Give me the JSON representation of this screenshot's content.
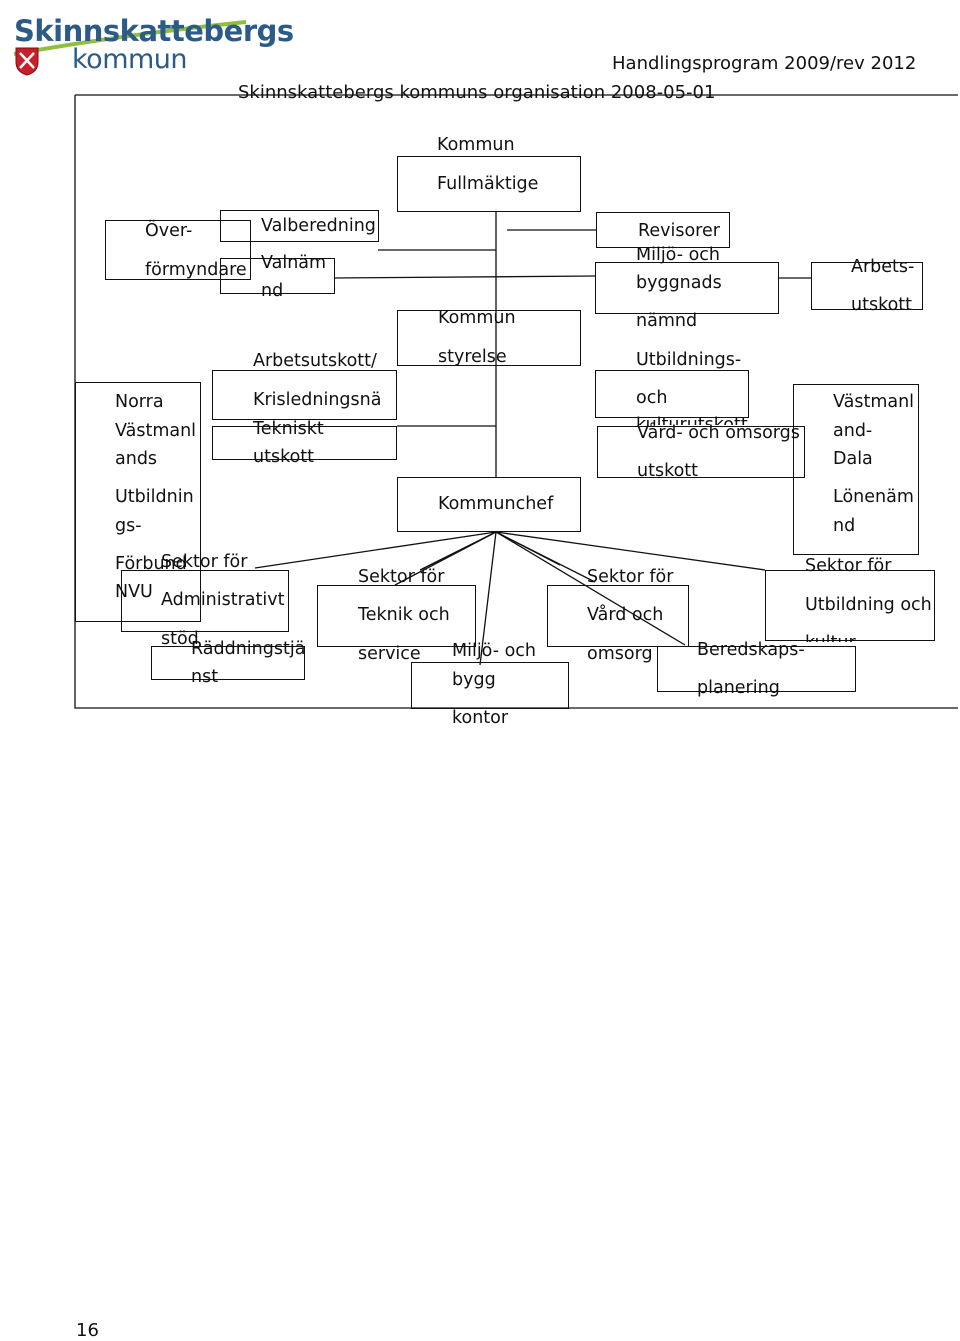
{
  "logo": {
    "line1": "Skinnskattebergs",
    "line2": "kommun",
    "colors": {
      "text": "#2b5b86",
      "swoosh": "#8fbf3f",
      "shield_red": "#c8202a"
    }
  },
  "header": {
    "program": "Handlingsprogram 2009/rev 2012",
    "org_title": "Skinnskattebergs kommuns organisation 2008-05-01"
  },
  "org": {
    "kf1": "Kommun",
    "kf2": "Fullmäktige",
    "over1": "Över-",
    "over2": "förmyndare",
    "valber": "Valberedning",
    "valn1": "Valnäm",
    "valn2": "nd",
    "revisorer": "Revisorer",
    "miljo1": "Miljö- och",
    "miljo2": "byggnads",
    "miljo3": "nämnd",
    "arbetsutskott1": "Arbets-",
    "arbetsutskott2": "utskott",
    "ks1": "Kommun",
    "ks2": "styrelse",
    "au": "Arbetsutskott/",
    "krisl": "Krisledningsnä",
    "tekn1": "Tekniskt",
    "tekn2": "utskott",
    "utb1": "Utbildnings-",
    "utb2": "och",
    "utb3": "kulturutskott",
    "vard1": "Vård- och omsorgs",
    "vard2": "utskott",
    "norra1": "Norra",
    "norra2": "Västmanl",
    "norra3": "ands",
    "norra4": "Utbildnin",
    "norra5": "gs-",
    "norra6": "Förbund",
    "norra7": "NVU",
    "vd1": "Västmanl",
    "vd2": "and-",
    "vd3": "Dala",
    "vd4": "Lönenäm",
    "vd5": "nd",
    "kommunchef": "Kommunchef",
    "sadm1": "Sektor för",
    "sadm2": "Administrativt",
    "sadm3": "stöd",
    "sten1": "Sektor för",
    "sten2": "Teknik och",
    "sten3": "service",
    "svard1": "Sektor för",
    "svard2": "Vård och",
    "svard3": "omsorg",
    "sutb1": "Sektor för",
    "sutb2": "Utbildning och",
    "sutb3": "kultur",
    "rad1": "Räddningstjä",
    "rad2": "nst",
    "mbk1": "Miljö- och",
    "mbk2": "bygg",
    "mbk3": "kontor",
    "ber1": "Beredskaps-",
    "ber2": "planering"
  },
  "footer": {
    "page_number": "16"
  }
}
